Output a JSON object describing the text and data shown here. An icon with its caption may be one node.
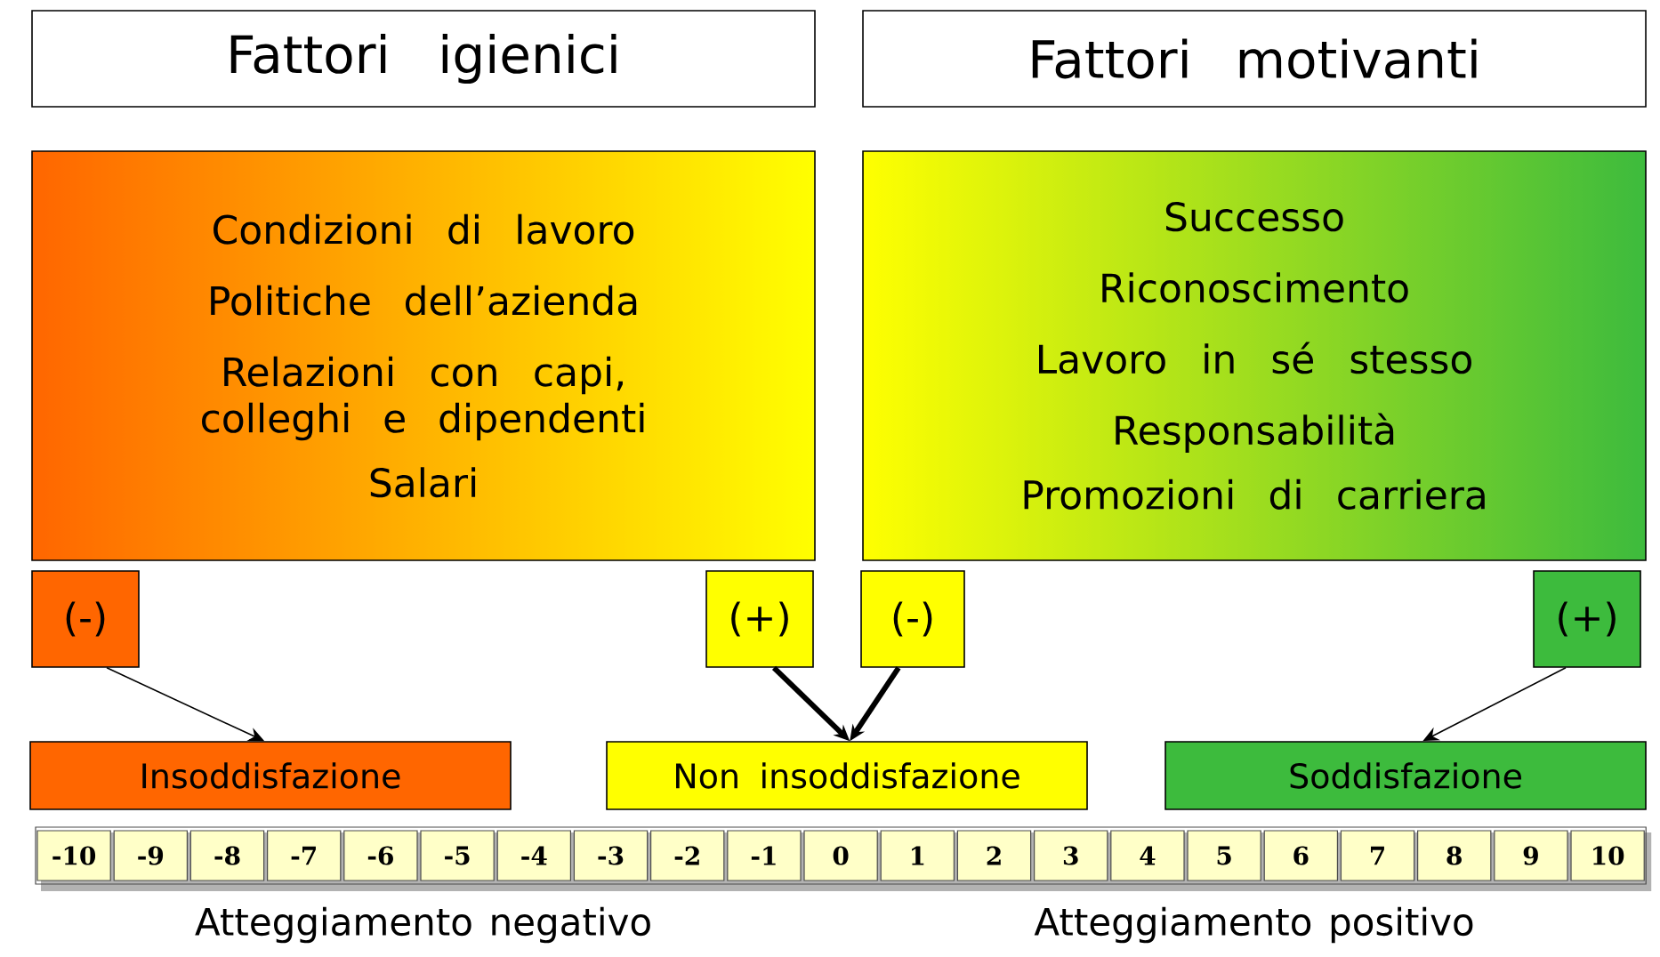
{
  "diagram": {
    "nodes": [
      {
        "text": [
          "Fattori igienici"
        ]
      },
      {
        "text": [
          "Fattori motivanti"
        ]
      },
      {
        "text": [
          "Condizioni di lavoro",
          "Politiche dell’azienda",
          "Relazioni con capi, colleghi e dipendenti",
          "Salari"
        ]
      },
      {
        "text": [
          "Successo",
          "Riconoscimento",
          "Lavoro in sé stesso",
          "Responsabilità",
          "Promozioni di carriera"
        ]
      },
      {
        "text": [
          "(-)"
        ]
      },
      {
        "text": [
          "(+)"
        ]
      },
      {
        "text": [
          "(-)"
        ]
      },
      {
        "text": [
          "(+)"
        ]
      },
      {
        "text": [
          "Insoddisfazione"
        ]
      },
      {
        "text": [
          "Non insoddisfazione"
        ]
      },
      {
        "text": [
          "Soddisfazione"
        ]
      }
    ],
    "edges": [
      {
        "from": 4,
        "to": 8,
        "arrow": "to"
      },
      {
        "from": 5,
        "to": 9,
        "arrow": "to",
        "style": "thick"
      },
      {
        "from": 6,
        "to": 9,
        "arrow": "to",
        "style": "thick"
      },
      {
        "from": 7,
        "to": 10,
        "arrow": "to"
      }
    ],
    "labels": [
      "-10",
      "-9",
      "-8",
      "-7",
      "-6",
      "-5",
      "-4",
      "-3",
      "-2",
      "-1",
      "0",
      "1",
      "2",
      "3",
      "4",
      "5",
      "6",
      "7",
      "8",
      "9",
      "10",
      "Atteggiamento negativo",
      "Atteggiamento positivo"
    ]
  }
}
